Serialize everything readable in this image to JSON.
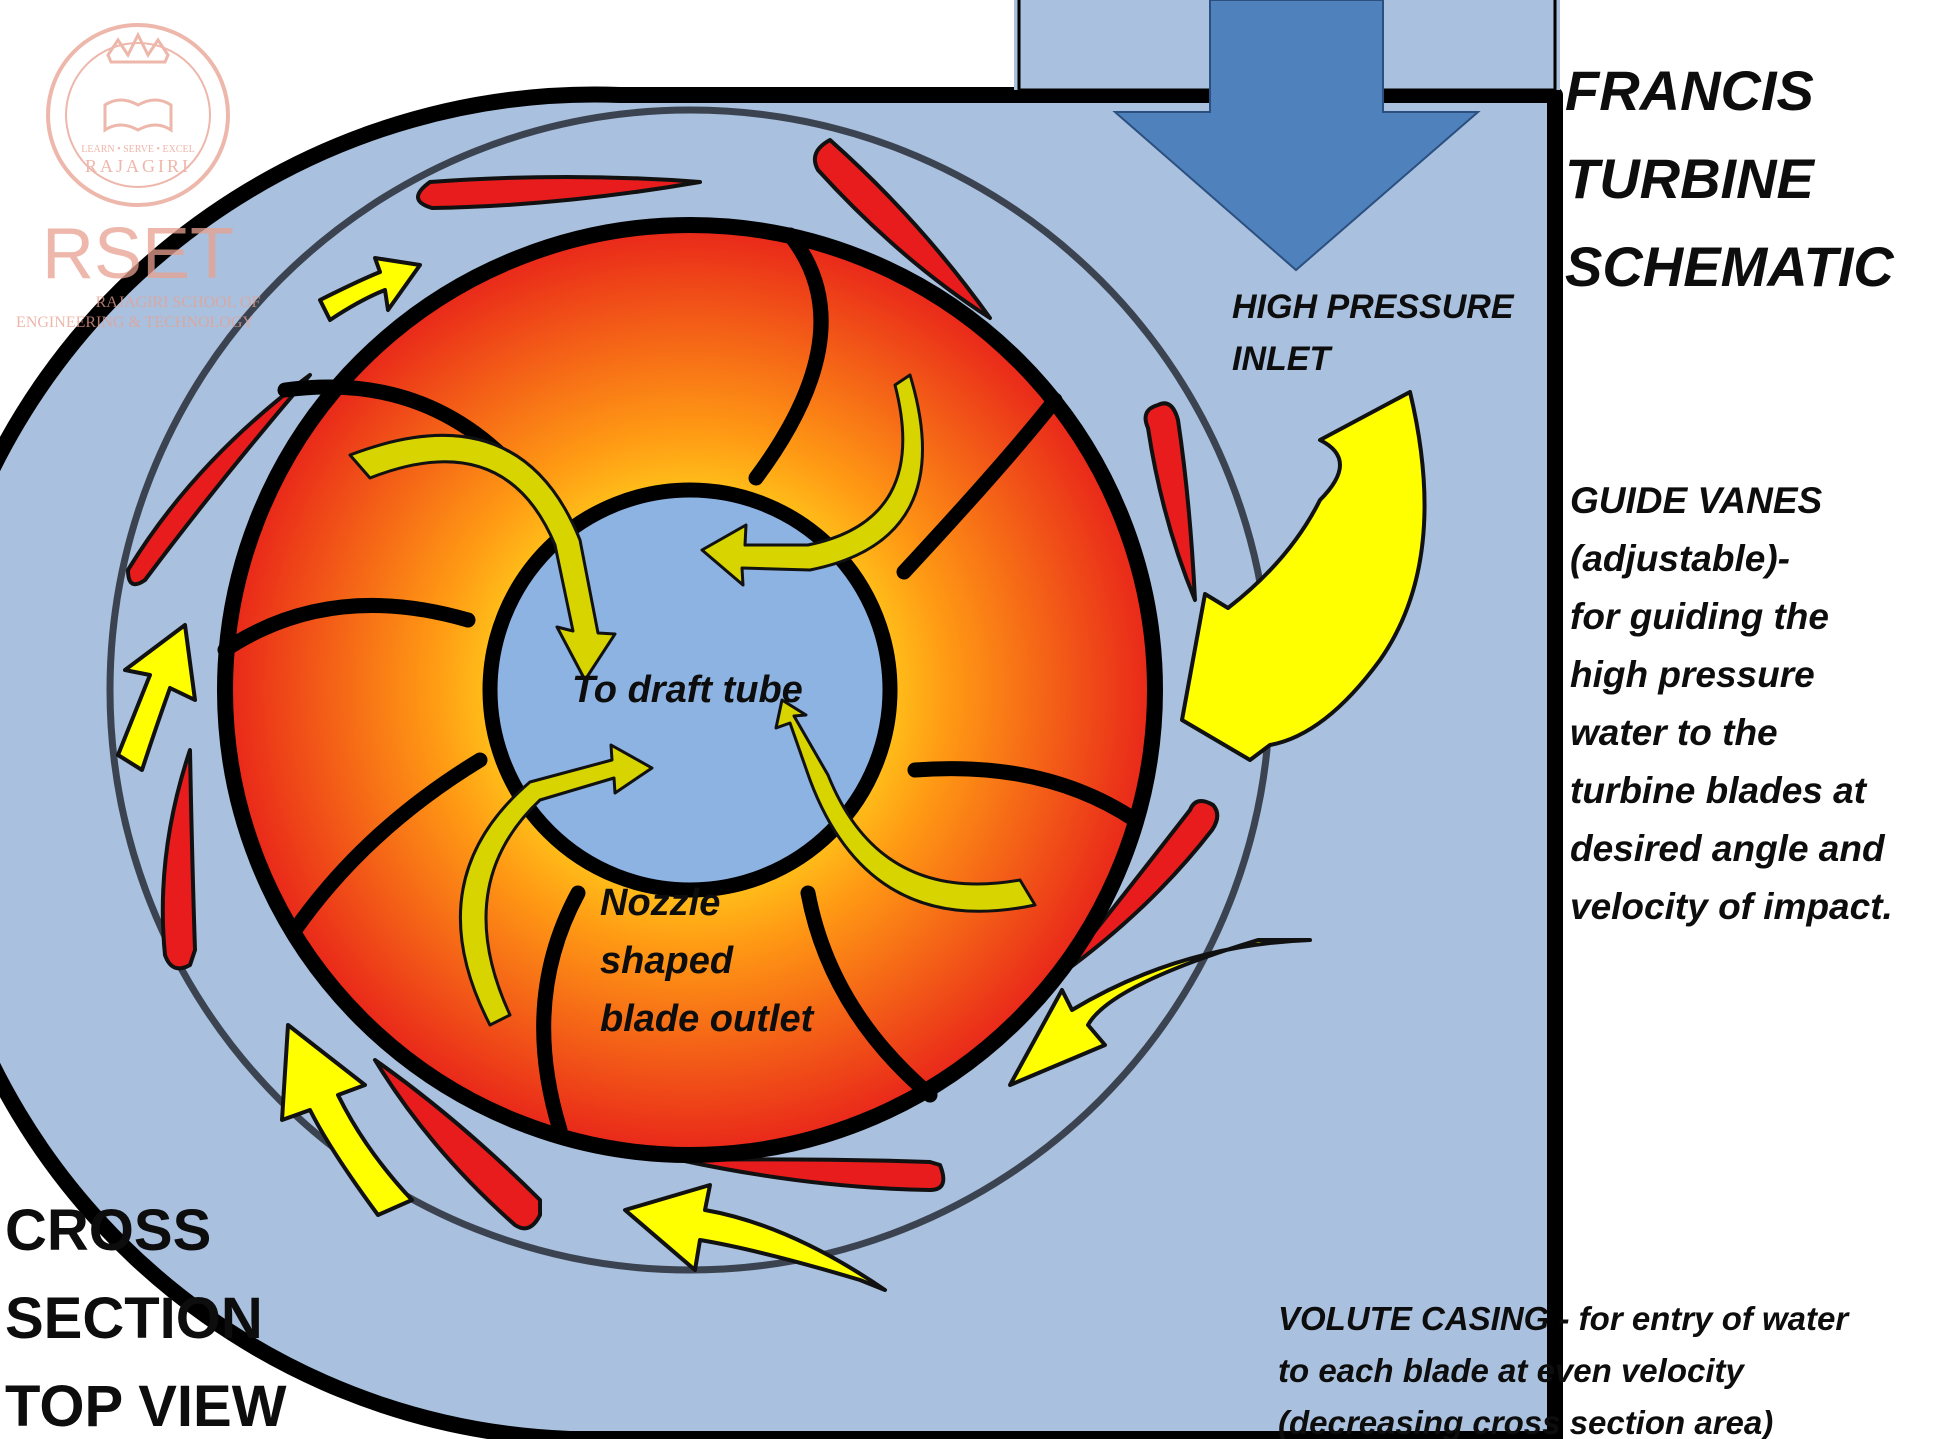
{
  "logo": {
    "motto": "LEARN • SERVE • EXCEL",
    "name": "RAJAGIRI",
    "abbr": "RSET",
    "school_line1": "RAJAGIRI SCHOOL OF",
    "school_line2": "ENGINEERING & TECHNOLOGY"
  },
  "title": {
    "line1": "FRANCIS",
    "line2": "TURBINE",
    "line3": "SCHEMATIC"
  },
  "inlet_label": {
    "line1": "HIGH PRESSURE",
    "line2": "INLET"
  },
  "guide_vanes_note": {
    "line1": "GUIDE VANES",
    "line2": "(adjustable)-",
    "line3": " for guiding the",
    "line4": "high pressure",
    "line5": "water to the",
    "line6": "turbine blades at",
    "line7": "desired angle and",
    "line8": "velocity of impact."
  },
  "hub_label": "To draft tube",
  "nozzle_label": {
    "line1": "Nozzle",
    "line2": "shaped",
    "line3": "blade outlet"
  },
  "volute_note": {
    "line1": "VOLUTE CASING  - for  entry of water",
    "line2": "to each  blade at even velocity",
    "line3": "(decreasing cross section area)"
  },
  "view_label": {
    "line1": "CROSS",
    "line2": "SECTION",
    "line3": "TOP VIEW"
  },
  "colors": {
    "casing": "#a9c0de",
    "inlet_arrow": "#4f81bd",
    "hub": "#8db3e2",
    "runner_outer": "#e8231a",
    "runner_inner": "#ffd21a",
    "guide_vane": "#e81c1c",
    "flow_arrow": "#ffff00",
    "inner_arrow": "#d7d400",
    "logo": "#e8a090"
  }
}
